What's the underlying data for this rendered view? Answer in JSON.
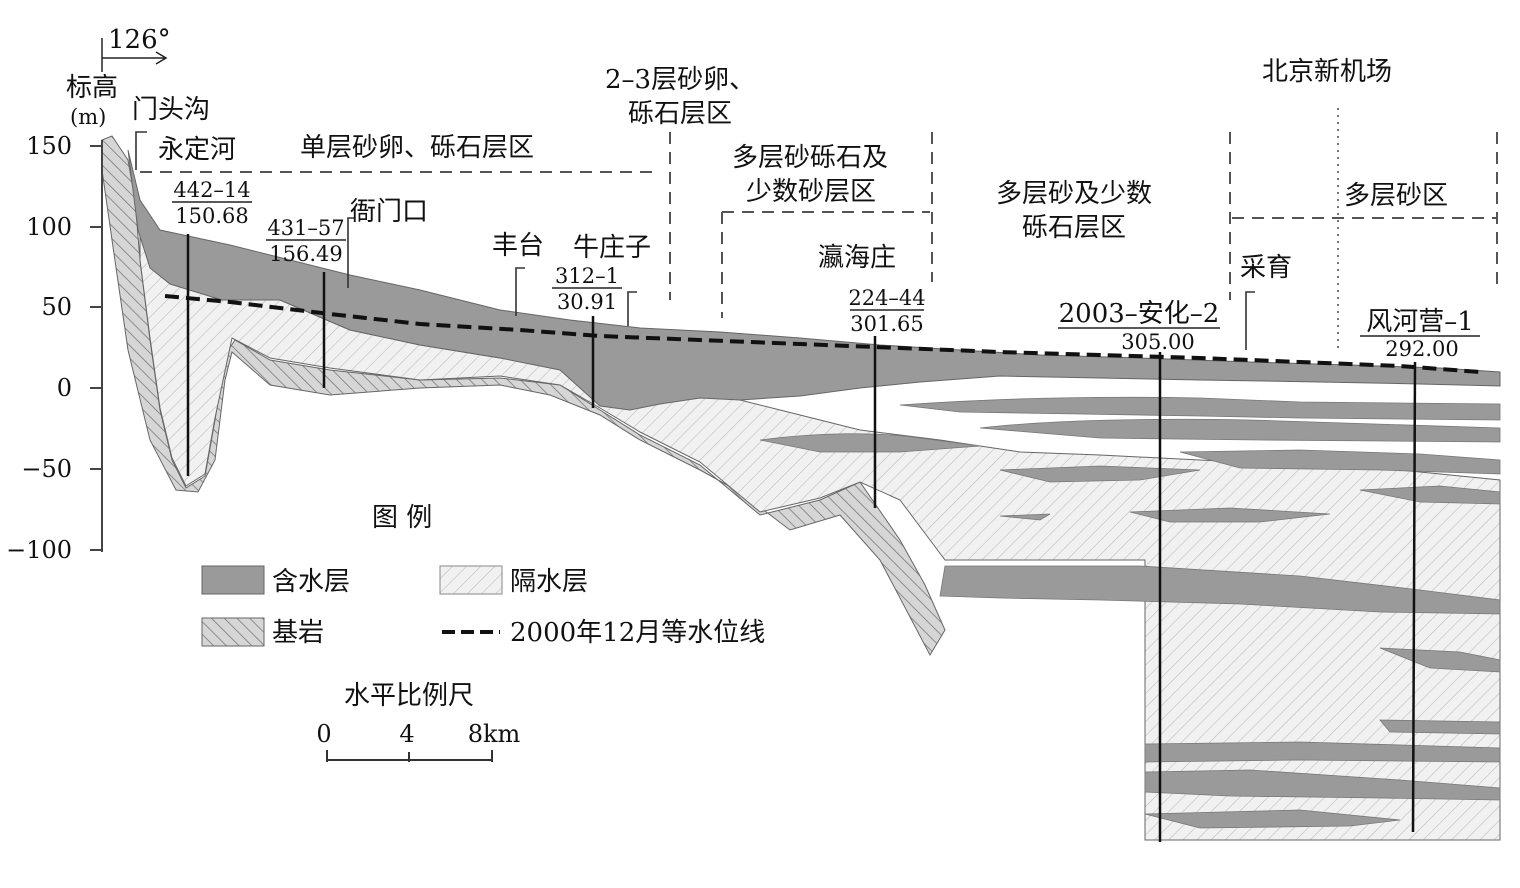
{
  "azimuth": "126°",
  "y_axis": {
    "title_line1": "标高",
    "title_line2": "(m)",
    "ticks": [
      "150",
      "100",
      "50",
      "0",
      "−50",
      "−100"
    ]
  },
  "zones": {
    "z1": "单层砂卵、砾石层区",
    "z2_line1": "2–3层砂卵、",
    "z2_line2": "砾石层区",
    "z3_line1": "多层砂砾石及",
    "z3_line2": "少数砂层区",
    "z4_line1": "多层砂及少数",
    "z4_line2": "砾石层区",
    "z5": "多层砂区"
  },
  "places": {
    "mentougou": "门头沟",
    "yongdinghe": "永定河",
    "yamenkou": "衙门口",
    "fengtai": "丰台",
    "niuzhuangzi": "牛庄子",
    "yinghaizhuang": "瀛海庄",
    "caiyu": "采育",
    "airport": "北京新机场"
  },
  "wells": [
    {
      "id": "442–14",
      "depth": "150.68"
    },
    {
      "id": "431–57",
      "depth": "156.49"
    },
    {
      "id": "312–1",
      "depth": "30.91"
    },
    {
      "id": "224–44",
      "depth": "301.65"
    },
    {
      "id": "2003–安化–2",
      "depth": "305.00"
    },
    {
      "id": "风河营–1",
      "depth": "292.00"
    }
  ],
  "legend": {
    "title": "图 例",
    "aquifer": "含水层",
    "aquitard": "隔水层",
    "bedrock": "基岩",
    "waterlevel": "2000年12月等水位线"
  },
  "scale": {
    "title": "水平比例尺",
    "t0": "0",
    "t1": "4",
    "t2": "8km"
  },
  "colors": {
    "aquifer": "#9a9a9a",
    "aquitard_bg": "#f1f1f1",
    "bedrock_bg": "#d6d6d6",
    "line": "#333333"
  }
}
